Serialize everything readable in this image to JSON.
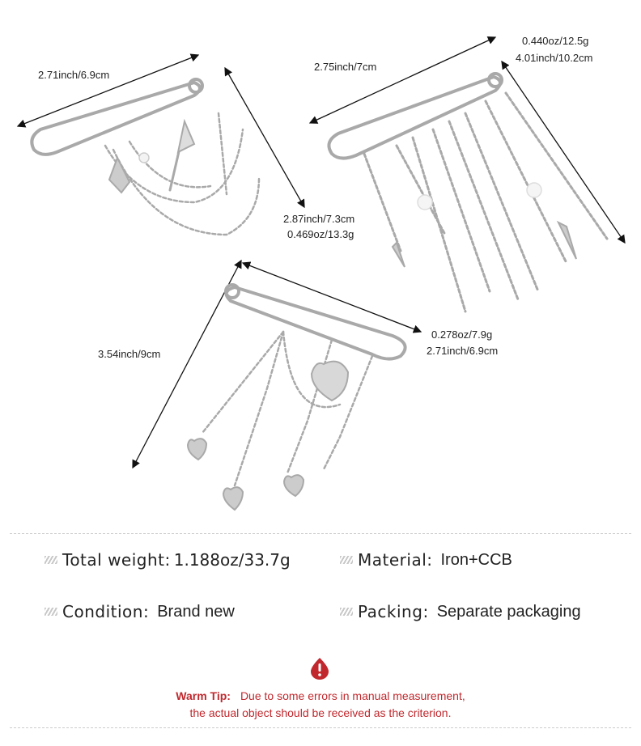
{
  "brooches": [
    {
      "width": "2.71inch/6.9cm",
      "height": "2.87inch/7.3cm",
      "weight": "0.469oz/13.3g"
    },
    {
      "width": "2.75inch/7cm",
      "height": "4.01inch/10.2cm",
      "weight": "0.440oz/12.5g"
    },
    {
      "width": "2.71inch/6.9cm",
      "height": "3.54inch/9cm",
      "weight": "0.278oz/7.9g"
    }
  ],
  "specs": [
    {
      "label": "Total weight",
      "sep": ":",
      "value": "1.188oz/33.7g"
    },
    {
      "label": "Material",
      "sep": ":",
      "value": "Iron+CCB"
    },
    {
      "label": "Condition",
      "sep": ":",
      "value": "Brand new"
    },
    {
      "label": "Packing",
      "sep": ":",
      "value": "Separate packaging"
    }
  ],
  "warm_tip": {
    "title": "Warm Tip:",
    "line1": "Due to some errors in manual measurement,",
    "line2": "the actual object should be received as the criterion."
  },
  "colors": {
    "accent": "#c0282d",
    "metal": "#b8b8b8"
  }
}
